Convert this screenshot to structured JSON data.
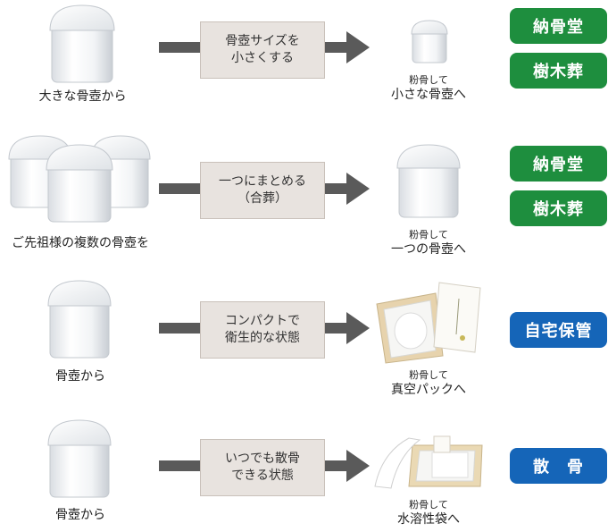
{
  "colors": {
    "green": "#1e8e3e",
    "blue": "#1565b8",
    "arrow": "#5a5a5a",
    "box": "#e8e3df"
  },
  "rows": [
    {
      "source_label": "大きな骨壺から",
      "process_line1": "骨壺サイズを",
      "process_line2": "小さくする",
      "result_small": "粉骨して",
      "result_big": "小さな骨壺へ",
      "badges": [
        "納骨堂",
        "樹木葬"
      ]
    },
    {
      "source_label": "ご先祖様の複数の骨壺を",
      "process_line1": "一つにまとめる",
      "process_line2": "（合葬）",
      "result_small": "粉骨して",
      "result_big": "一つの骨壺へ",
      "badges": [
        "納骨堂",
        "樹木葬"
      ]
    },
    {
      "source_label": "骨壺から",
      "process_line1": "コンパクトで",
      "process_line2": "衛生的な状態",
      "result_small": "粉骨して",
      "result_big": "真空パックへ",
      "badges": [
        "自宅保管"
      ]
    },
    {
      "source_label": "骨壺から",
      "process_line1": "いつでも散骨",
      "process_line2": "できる状態",
      "result_small": "粉骨して",
      "result_big": "水溶性袋へ",
      "badges": [
        "散　骨"
      ]
    }
  ]
}
